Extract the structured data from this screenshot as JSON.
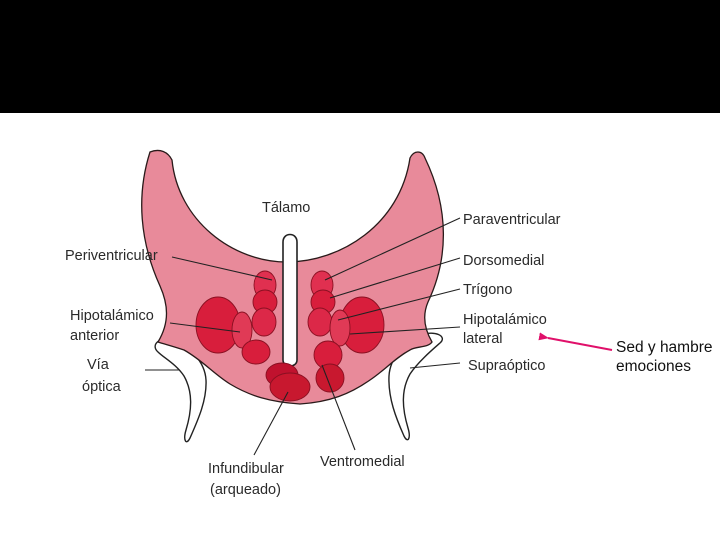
{
  "diagram": {
    "labels": {
      "talamo": "Tálamo",
      "paraventricular": "Paraventricular",
      "periventricular": "Periventricular",
      "dorsomedial": "Dorsomedial",
      "trigono": "Trígono",
      "hipotalamico_anterior_1": "Hipotalámico",
      "hipotalamico_anterior_2": "anterior",
      "hipotalamico_lateral_1": "Hipotalámico",
      "hipotalamico_lateral_2": "lateral",
      "via_optica_1": "Vía",
      "via_optica_2": "óptica",
      "supraoptico": "Supraóptico",
      "infundibular_1": "Infundibular",
      "infundibular_2": "(arqueado)",
      "ventromedial": "Ventromedial"
    }
  },
  "annotation": {
    "line1": "Sed y hambre",
    "line2": "emociones",
    "arrow_color": "#e0106a"
  },
  "colors": {
    "tissue": "#e88a9a",
    "nucleus": "#d81e3c",
    "nucleus_dark": "#c0122e"
  }
}
